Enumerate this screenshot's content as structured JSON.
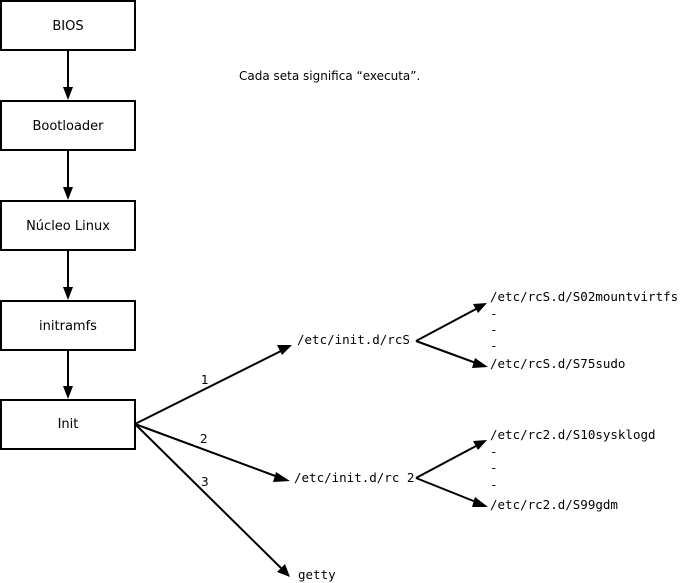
{
  "note": "Cada seta significa “executa”.",
  "boxes": {
    "bios": "BIOS",
    "bootloader": "Bootloader",
    "kernel": "Núcleo Linux",
    "initramfs": "initramfs",
    "init": "Init"
  },
  "branches": [
    {
      "number": "1",
      "target": "/etc/init.d/rcS",
      "first": "/etc/rcS.d/S02mountvirtfs",
      "ellipsis": [
        "-",
        "-",
        "-"
      ],
      "last": "/etc/rcS.d/S75sudo"
    },
    {
      "number": "2",
      "target": "/etc/init.d/rc 2",
      "first": "/etc/rc2.d/S10sysklogd",
      "ellipsis": [
        "-",
        "-",
        "-"
      ],
      "last": "/etc/rc2.d/S99gdm"
    },
    {
      "number": "3",
      "target": "getty"
    }
  ]
}
